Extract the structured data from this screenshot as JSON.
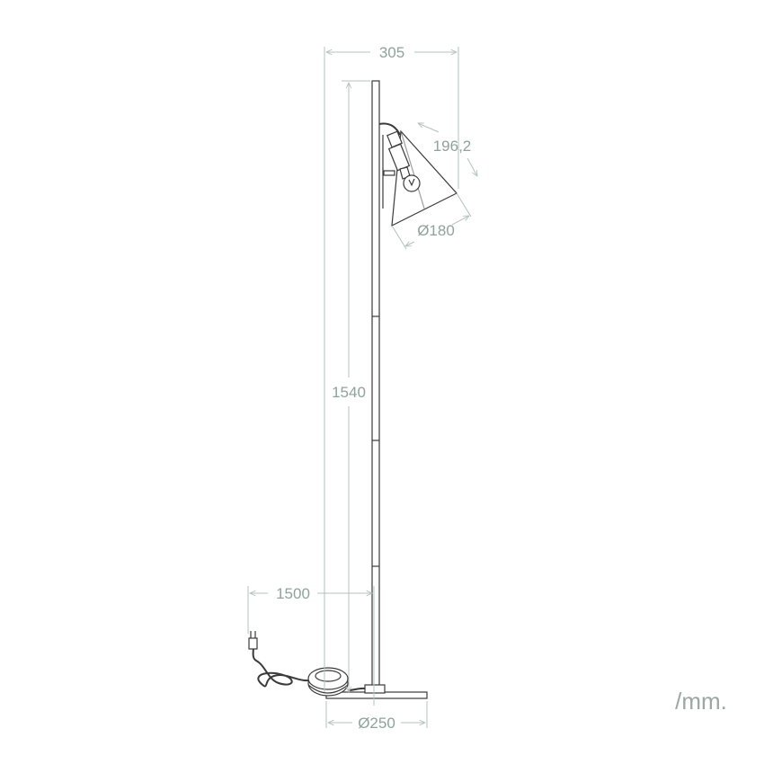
{
  "dimensions": {
    "total_width": "305",
    "shade_length": "196,2",
    "shade_diameter": "Ø180",
    "height": "1540",
    "cable_length": "1500",
    "base_diameter": "Ø250"
  },
  "unit": "/mm.",
  "colors": {
    "dimension": "#b3c2bc",
    "dimension_text": "#8fa29b",
    "lamp_line": "#3a3a3a"
  }
}
